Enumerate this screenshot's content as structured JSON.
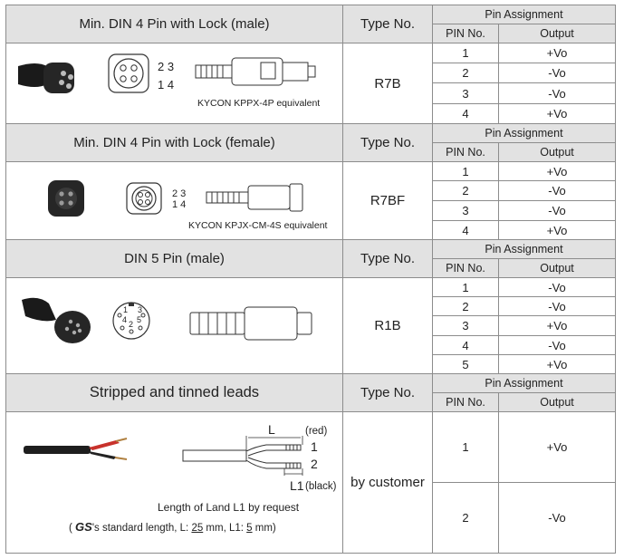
{
  "section1": {
    "title": "Min. DIN 4 Pin with Lock  (male)",
    "type_header": "Type No.",
    "pin_assignment_header": "Pin Assignment",
    "pin_no_header": "PIN No.",
    "output_header": "Output",
    "type_no": "R7B",
    "pin_labels_top": "2  3",
    "pin_labels_bottom": "1  4",
    "equivalent": "KYCON KPPX-4P equivalent",
    "rows": [
      {
        "pin": "1",
        "output": "+Vo"
      },
      {
        "pin": "2",
        "output": "-Vo"
      },
      {
        "pin": "3",
        "output": "-Vo"
      },
      {
        "pin": "4",
        "output": "+Vo"
      }
    ]
  },
  "section2": {
    "title": "Min. DIN 4 Pin with Lock  (female)",
    "type_header": "Type No.",
    "pin_assignment_header": "Pin Assignment",
    "pin_no_header": "PIN No.",
    "output_header": "Output",
    "type_no": "R7BF",
    "pin_labels_top": "2 3",
    "pin_labels_bottom": "1 4",
    "equivalent": "KYCON KPJX-CM-4S equivalent",
    "rows": [
      {
        "pin": "1",
        "output": "+Vo"
      },
      {
        "pin": "2",
        "output": "-Vo"
      },
      {
        "pin": "3",
        "output": "-Vo"
      },
      {
        "pin": "4",
        "output": "+Vo"
      }
    ]
  },
  "section3": {
    "title": "DIN 5 Pin  (male)",
    "type_header": "Type No.",
    "pin_assignment_header": "Pin Assignment",
    "pin_no_header": "PIN No.",
    "output_header": "Output",
    "type_no": "R1B",
    "pin_nums": [
      "1",
      "3",
      "4",
      "2",
      "5"
    ],
    "rows": [
      {
        "pin": "1",
        "output": "-Vo"
      },
      {
        "pin": "2",
        "output": "-Vo"
      },
      {
        "pin": "3",
        "output": "+Vo"
      },
      {
        "pin": "4",
        "output": "-Vo"
      },
      {
        "pin": "5",
        "output": "+Vo"
      }
    ]
  },
  "section4": {
    "title": "Stripped and tinned leads",
    "type_header": "Type No.",
    "pin_assignment_header": "Pin Assignment",
    "pin_no_header": "PIN No.",
    "output_header": "Output",
    "type_no": "by customer",
    "dim_L": "L",
    "dim_L1": "L1",
    "red": "(red)",
    "black": "(black)",
    "lead1": "1",
    "lead2": "2",
    "note_line1": "Length of Land L1 by request",
    "note_prefix": "( ",
    "brand": "GS",
    "note_mid": "'s standard length, L: ",
    "L_value": "25",
    "note_mm1": " mm,  L1: ",
    "L1_value": "5",
    "note_mm2": " mm)",
    "rows": [
      {
        "pin": "1",
        "output": "+Vo"
      },
      {
        "pin": "2",
        "output": "-Vo"
      }
    ],
    "colors": {
      "red_wire": "#c8322c",
      "black_wire": "#1e1e1e"
    }
  },
  "colors": {
    "header_bg": "#e2e2e2",
    "border": "#8c8c8c"
  }
}
